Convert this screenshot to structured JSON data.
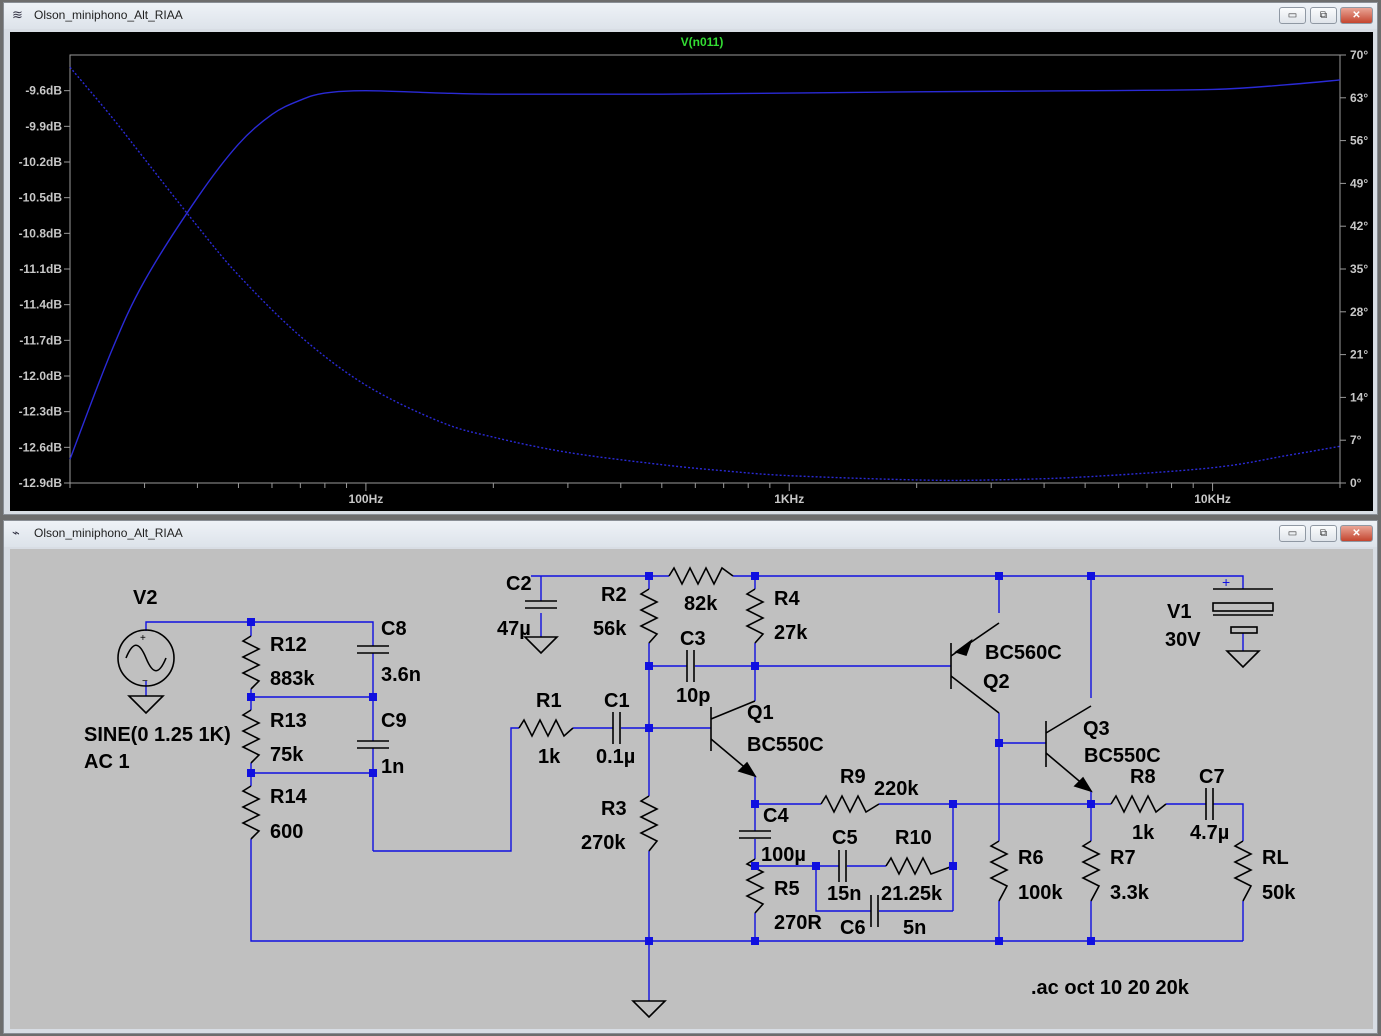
{
  "plot_window": {
    "title": "Olson_miniphono_Alt_RIAA",
    "trace_label": "V(n011)",
    "buttons": {
      "minimize": "▭",
      "restore": "⧉",
      "close": "✕"
    }
  },
  "schematic_window": {
    "title": "Olson_miniphono_Alt_RIAA",
    "buttons": {
      "minimize": "▭",
      "restore": "⧉",
      "close": "✕"
    }
  },
  "chart_data": {
    "type": "line",
    "title": "V(n011)",
    "x_scale": "log",
    "xlim": [
      20,
      20000
    ],
    "x_ticks": [
      {
        "value": 100,
        "label": "100Hz"
      },
      {
        "value": 1000,
        "label": "1KHz"
      },
      {
        "value": 10000,
        "label": "10KHz"
      }
    ],
    "ylim_left": [
      -12.9,
      -9.3
    ],
    "y_ticks_left": [
      "-9.6dB",
      "-9.9dB",
      "-10.2dB",
      "-10.5dB",
      "-10.8dB",
      "-11.1dB",
      "-11.4dB",
      "-11.7dB",
      "-12.0dB",
      "-12.3dB",
      "-12.6dB",
      "-12.9dB"
    ],
    "ylim_right": [
      0,
      70
    ],
    "y_ticks_right": [
      "70°",
      "63°",
      "56°",
      "49°",
      "42°",
      "35°",
      "28°",
      "21°",
      "14°",
      "7°",
      "0°"
    ],
    "series": [
      {
        "name": "magnitude",
        "style": "solid",
        "color": "#2a2ad6",
        "x": [
          20,
          25,
          30,
          40,
          50,
          60,
          70,
          80,
          100,
          150,
          200,
          300,
          500,
          1000,
          2000,
          5000,
          10000,
          15000,
          20000
        ],
        "y": [
          -12.7,
          -11.8,
          -11.2,
          -10.5,
          -10.05,
          -9.8,
          -9.68,
          -9.62,
          -9.6,
          -9.62,
          -9.63,
          -9.63,
          -9.63,
          -9.62,
          -9.61,
          -9.6,
          -9.59,
          -9.55,
          -9.51
        ]
      },
      {
        "name": "phase",
        "style": "dotted",
        "color": "#2a2ad6",
        "x": [
          20,
          25,
          30,
          40,
          50,
          70,
          100,
          150,
          200,
          300,
          500,
          700,
          1000,
          2000,
          3000,
          5000,
          10000,
          15000,
          20000
        ],
        "y": [
          68,
          60,
          53,
          42,
          34,
          24,
          16,
          10,
          7.5,
          5,
          3,
          2,
          1.2,
          0.5,
          0.5,
          1,
          2.5,
          4.5,
          6
        ]
      }
    ]
  },
  "schematic": {
    "components": [
      {
        "ref": "V2",
        "value": "SINE(0 1.25 1K)",
        "value2": "AC 1"
      },
      {
        "ref": "R12",
        "value": "883k"
      },
      {
        "ref": "R13",
        "value": "75k"
      },
      {
        "ref": "R14",
        "value": "600"
      },
      {
        "ref": "C8",
        "value": "3.6n"
      },
      {
        "ref": "C9",
        "value": "1n"
      },
      {
        "ref": "C2",
        "value": "47µ"
      },
      {
        "ref": "R2",
        "value": "56k"
      },
      {
        "ref": "82k",
        "value": ""
      },
      {
        "ref": "R4",
        "value": "27k"
      },
      {
        "ref": "C3",
        "value": "10p"
      },
      {
        "ref": "R1",
        "value": "1k"
      },
      {
        "ref": "C1",
        "value": "0.1µ"
      },
      {
        "ref": "Q1",
        "value": "BC550C"
      },
      {
        "ref": "R3",
        "value": "270k"
      },
      {
        "ref": "C4",
        "value": "100µ"
      },
      {
        "ref": "R5",
        "value": "270R"
      },
      {
        "ref": "R9",
        "value": "220k"
      },
      {
        "ref": "C5",
        "value": "15n"
      },
      {
        "ref": "R10",
        "value": "21.25k"
      },
      {
        "ref": "C6",
        "value": "5n"
      },
      {
        "ref": "Q2",
        "value": "BC560C"
      },
      {
        "ref": "Q3",
        "value": "BC550C"
      },
      {
        "ref": "R6",
        "value": "100k"
      },
      {
        "ref": "R7",
        "value": "3.3k"
      },
      {
        "ref": "R8",
        "value": "1k"
      },
      {
        "ref": "C7",
        "value": "4.7µ"
      },
      {
        "ref": "RL",
        "value": "50k"
      },
      {
        "ref": "V1",
        "value": "30V"
      }
    ],
    "directive": ".ac oct 10 20 20k"
  }
}
